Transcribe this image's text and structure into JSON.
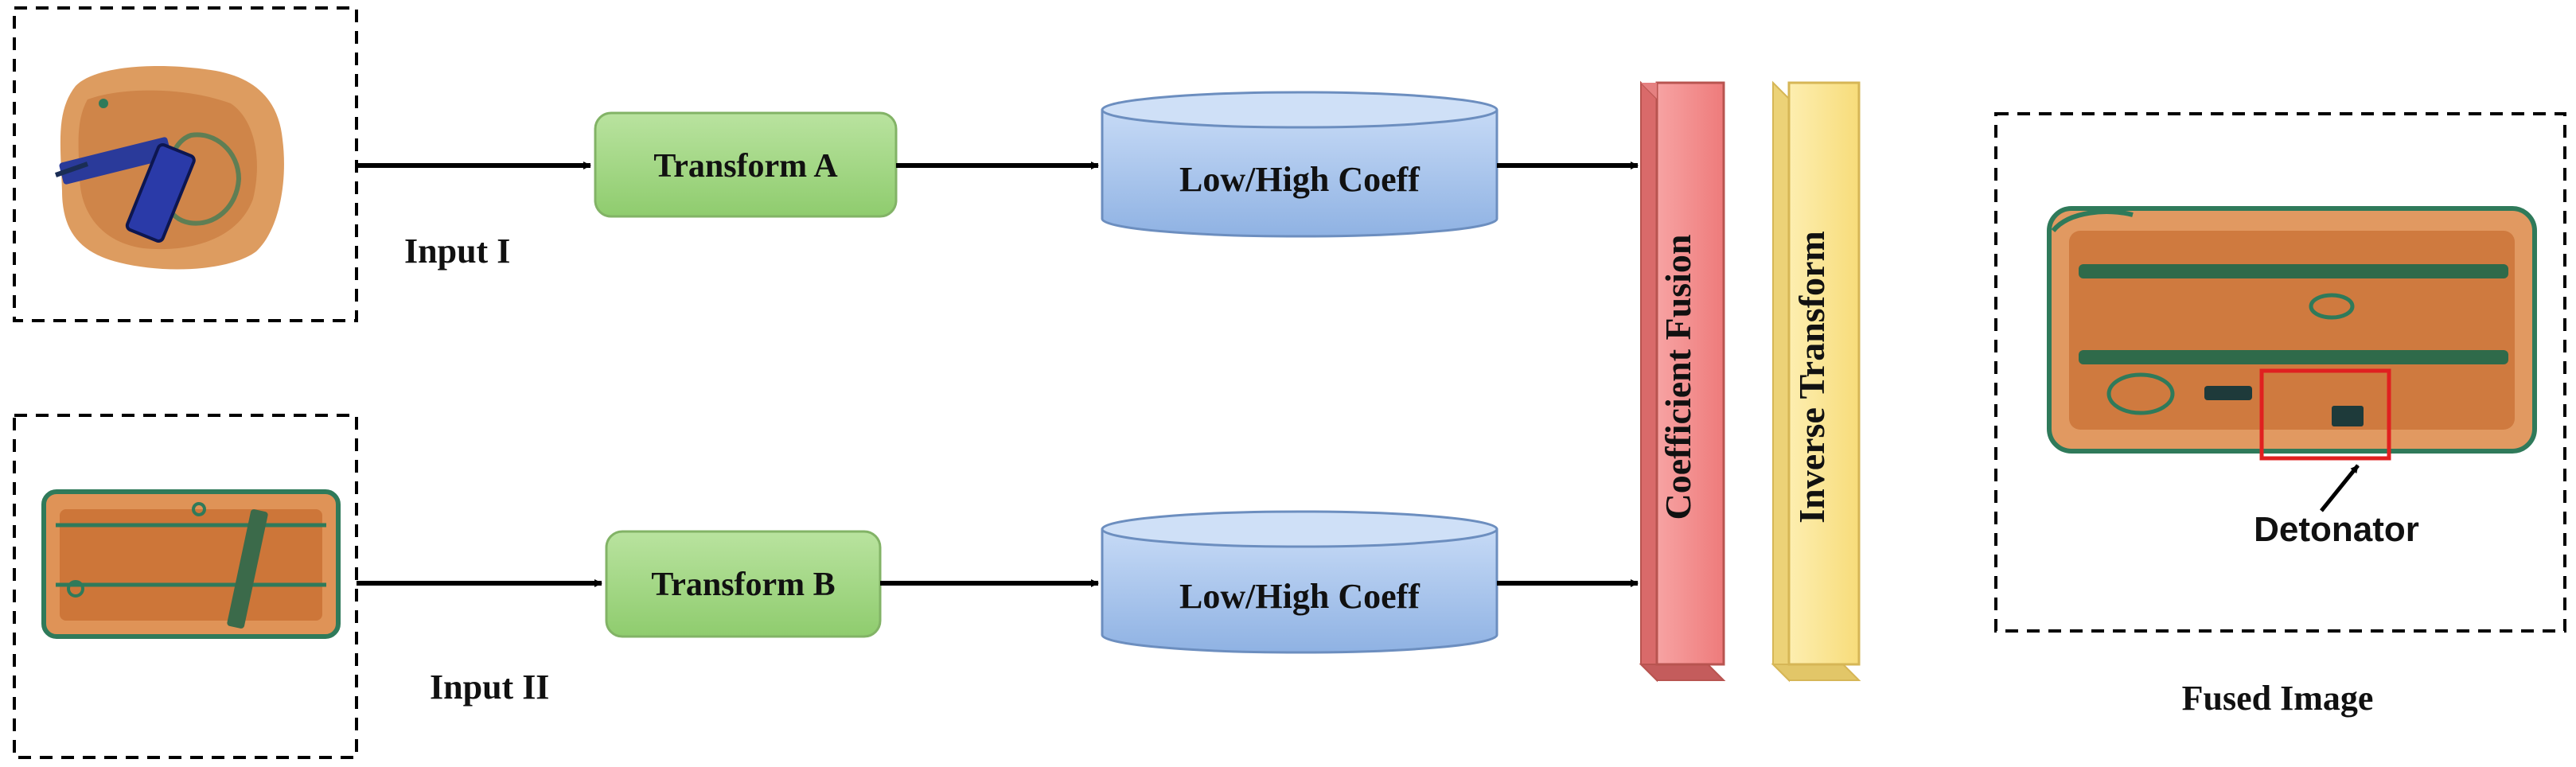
{
  "diagram": {
    "nodes": {
      "input1": {
        "caption": "Input I"
      },
      "input2": {
        "caption": "Input II"
      },
      "transformA": {
        "label": "Transform A"
      },
      "transformB": {
        "label": "Transform B"
      },
      "coeffTop": {
        "label": "Low/High Coeff"
      },
      "coeffBottom": {
        "label": "Low/High Coeff"
      },
      "fusion": {
        "label": "Coefficient Fusion"
      },
      "inverse": {
        "label": "Inverse Transform"
      },
      "fused": {
        "caption": "Fused Image",
        "annotation": "Detonator"
      }
    },
    "colors": {
      "transform_fill": "#a9db8c",
      "transform_stroke": "#82b366",
      "cylinder_fill": "#9fbfe8",
      "cylinder_stroke": "#6c8ebf",
      "fusion_fill": "#f08a8a",
      "fusion_stroke": "#b85450",
      "inverse_fill": "#fbe38a",
      "inverse_stroke": "#d6b656",
      "highlight_box": "#e02020",
      "xray_orange": "#d9803a",
      "xray_blue": "#2a3a9a",
      "xray_green": "#2f7a5a"
    }
  }
}
